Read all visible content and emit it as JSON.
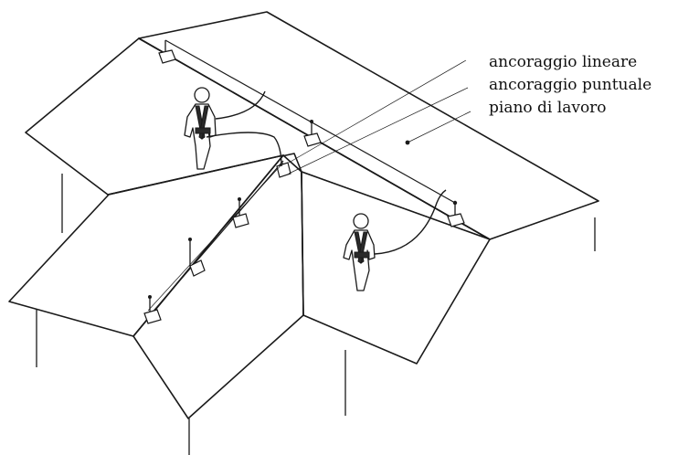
{
  "legend": {
    "linear_anchor": "ancoraggio lineare",
    "point_anchor": "ancoraggio puntuale",
    "work_plane": "piano di lavoro"
  }
}
